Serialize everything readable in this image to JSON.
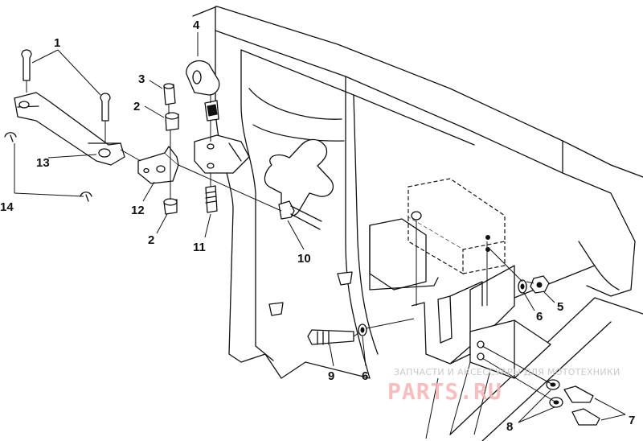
{
  "callouts": {
    "c1": "1",
    "c2a": "2",
    "c2b": "2",
    "c3": "3",
    "c4": "4",
    "c5": "5",
    "c6a": "6",
    "c6b": "6",
    "c7": "7",
    "c8": "8",
    "c9": "9",
    "c10": "10",
    "c11": "11",
    "c12": "12",
    "c13": "13",
    "c14": "14"
  },
  "watermark": {
    "caption": "ЗАПЧАСТИ И АКСЕССУАРЫ ДЛЯ МОТОТЕХНИКИ",
    "brand": "PARTS.RU"
  }
}
